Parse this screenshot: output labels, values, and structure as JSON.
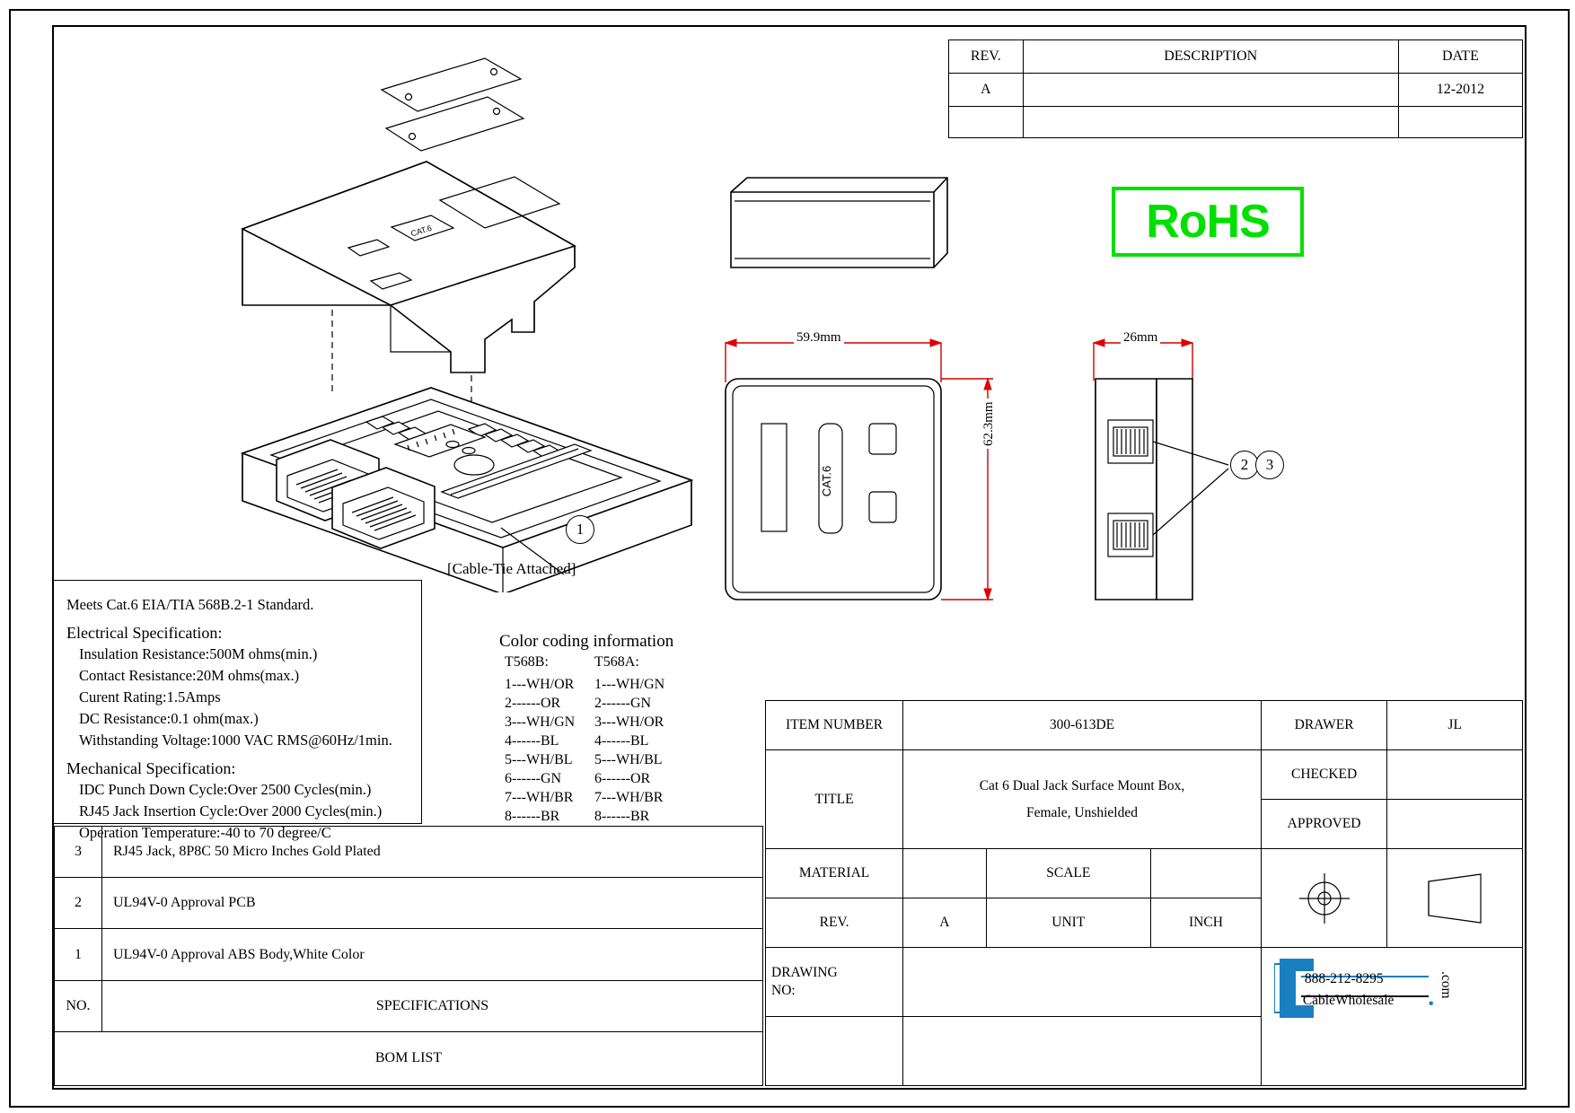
{
  "revision_table": {
    "headers": [
      "REV.",
      "DESCRIPTION",
      "DATE"
    ],
    "rows": [
      {
        "rev": "A",
        "description": "",
        "date": "12-2012"
      },
      {
        "rev": "",
        "description": "",
        "date": ""
      }
    ]
  },
  "rohs": {
    "label": "RoHS",
    "color": "#00e000"
  },
  "dimensions": {
    "width": "59.9mm",
    "height": "62.3mm",
    "depth": "26mm"
  },
  "part_marking": "CAT.6",
  "callouts": {
    "one": "1",
    "two": "2",
    "three": "3"
  },
  "cable_tie_note": "[Cable-Tie Attached]",
  "specifications": {
    "standard": "Meets Cat.6 EIA/TIA 568B.2-1 Standard.",
    "electrical_heading": "Electrical Specification:",
    "electrical": [
      "Insulation Resistance:500M ohms(min.)",
      "Contact Resistance:20M ohms(max.)",
      "Curent Rating:1.5Amps",
      "DC Resistance:0.1 ohm(max.)",
      "Withstanding Voltage:1000 VAC RMS@60Hz/1min."
    ],
    "mechanical_heading": "Mechanical Specification:",
    "mechanical": [
      "IDC Punch Down Cycle:Over 2500 Cycles(min.)",
      "RJ45 Jack Insertion Cycle:Over 2000 Cycles(min.)",
      "Operation Temperature:-40 to 70 degree/C"
    ]
  },
  "color_coding": {
    "title": "Color coding information",
    "col_headers": [
      "T568B:",
      "T568A:"
    ],
    "t568b": [
      "1---WH/OR",
      "2------OR",
      "3---WH/GN",
      "4------BL",
      "5---WH/BL",
      "6------GN",
      "7---WH/BR",
      "8------BR"
    ],
    "t568a": [
      "1---WH/GN",
      "2------GN",
      "3---WH/OR",
      "4------BL",
      "5---WH/BL",
      "6------OR",
      "7---WH/BR",
      "8------BR"
    ]
  },
  "bom": {
    "list_title": "BOM LIST",
    "col_no": "NO.",
    "col_spec": "SPECIFICATIONS",
    "rows": [
      {
        "no": "3",
        "spec": "RJ45 Jack, 8P8C 50 Micro Inches Gold Plated"
      },
      {
        "no": "2",
        "spec": "UL94V-0 Approval PCB"
      },
      {
        "no": "1",
        "spec": "UL94V-0 Approval ABS Body,White Color"
      }
    ]
  },
  "title_block": {
    "item_number_label": "ITEM NUMBER",
    "item_number": "300-613DE",
    "drawer_label": "DRAWER",
    "drawer": "JL",
    "title_label": "TITLE",
    "title_line1": "Cat 6 Dual Jack Surface Mount Box,",
    "title_line2": "Female, Unshielded",
    "checked_label": "CHECKED",
    "checked": "",
    "approved_label": "APPROVED",
    "approved": "",
    "material_label": "MATERIAL",
    "material": "",
    "scale_label": "SCALE",
    "scale": "",
    "rev_label": "REV.",
    "rev": "A",
    "unit_label": "UNIT",
    "unit": "INCH",
    "drawing_no_label": "DRAWING NO:",
    "drawing_no": ""
  },
  "logo": {
    "phone": "888-212-8295",
    "name": "CableWholesale",
    "tld": ".com",
    "brand_color": "#1a7fc1"
  }
}
